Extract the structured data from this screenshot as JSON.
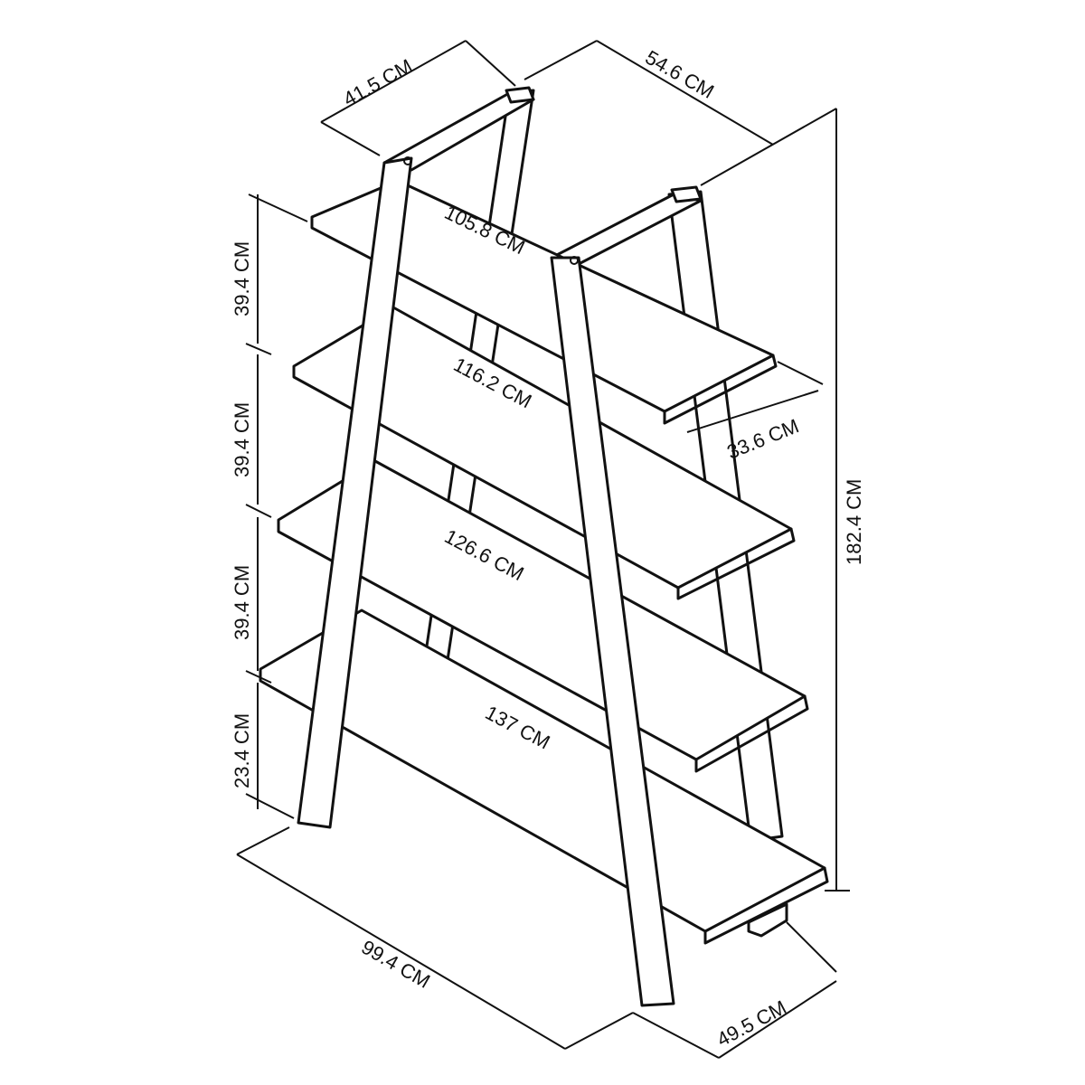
{
  "colors": {
    "stroke": "#111111",
    "background": "#ffffff"
  },
  "dimensions": {
    "top_depth": "41.5 CM",
    "top_width": "54.6 CM",
    "shelf_1_length": "105.8 CM",
    "shelf_2_length": "116.2 CM",
    "shelf_3_length": "126.6 CM",
    "shelf_4_length": "137 CM",
    "shelf_depth": "33.6 CM",
    "total_height": "182.4 CM",
    "spacing_1": "39.4 CM",
    "spacing_2": "39.4 CM",
    "spacing_3": "39.4 CM",
    "bottom_clearance": "23.4 CM",
    "base_width": "99.4 CM",
    "base_depth": "49.5 CM"
  }
}
